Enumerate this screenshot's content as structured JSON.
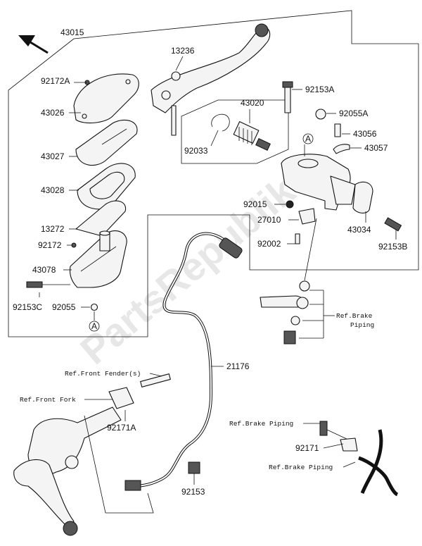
{
  "watermark": "PartsRepublik",
  "callouts": {
    "p43015": "43015",
    "p92172a": "92172A",
    "p43026": "43026",
    "p43027": "43027",
    "p43028": "43028",
    "p13272": "13272",
    "p92172": "92172",
    "p43078": "43078",
    "p92153c": "92153C",
    "p92055": "92055",
    "p13236": "13236",
    "p43020": "43020",
    "p92033": "92033",
    "p92153a": "92153A",
    "p92055a": "92055A",
    "p43056": "43056",
    "p43057": "43057",
    "p92015": "92015",
    "p27010": "27010",
    "p92002": "92002",
    "p43034": "43034",
    "p92153b": "92153B",
    "p21176": "21176",
    "p92171a": "92171A",
    "p92171": "92171",
    "p92153": "92153"
  },
  "references": {
    "front_fender": "Ref.Front Fender(s)",
    "front_fork": "Ref.Front Fork",
    "brake_piping_1_line1": "Ref.Brake",
    "brake_piping_1_line2": "Piping",
    "brake_piping_2": "Ref.Brake Piping",
    "brake_piping_3": "Ref.Brake Piping"
  },
  "markers": {
    "marker_a_top": "A",
    "marker_a_bottom": "A"
  },
  "icons": [
    "direction-arrow-icon"
  ]
}
